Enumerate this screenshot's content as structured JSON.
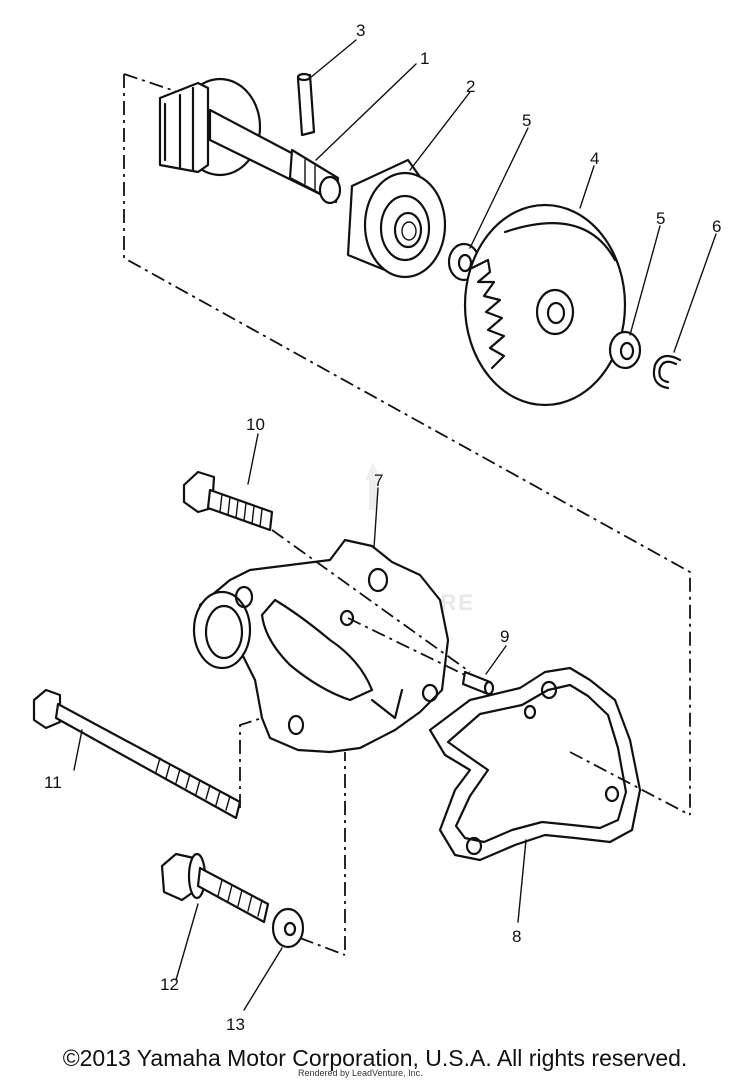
{
  "diagram": {
    "callouts": [
      "1",
      "2",
      "3",
      "4",
      "5",
      "5",
      "6",
      "7",
      "8",
      "9",
      "10",
      "11",
      "12",
      "13"
    ],
    "watermark": "ADVENTURE"
  },
  "footer": {
    "copyright": "©2013 Yamaha Motor Corporation, U.S.A. All rights reserved.",
    "rendered_by": "Rendered by LeadVenture, Inc."
  }
}
